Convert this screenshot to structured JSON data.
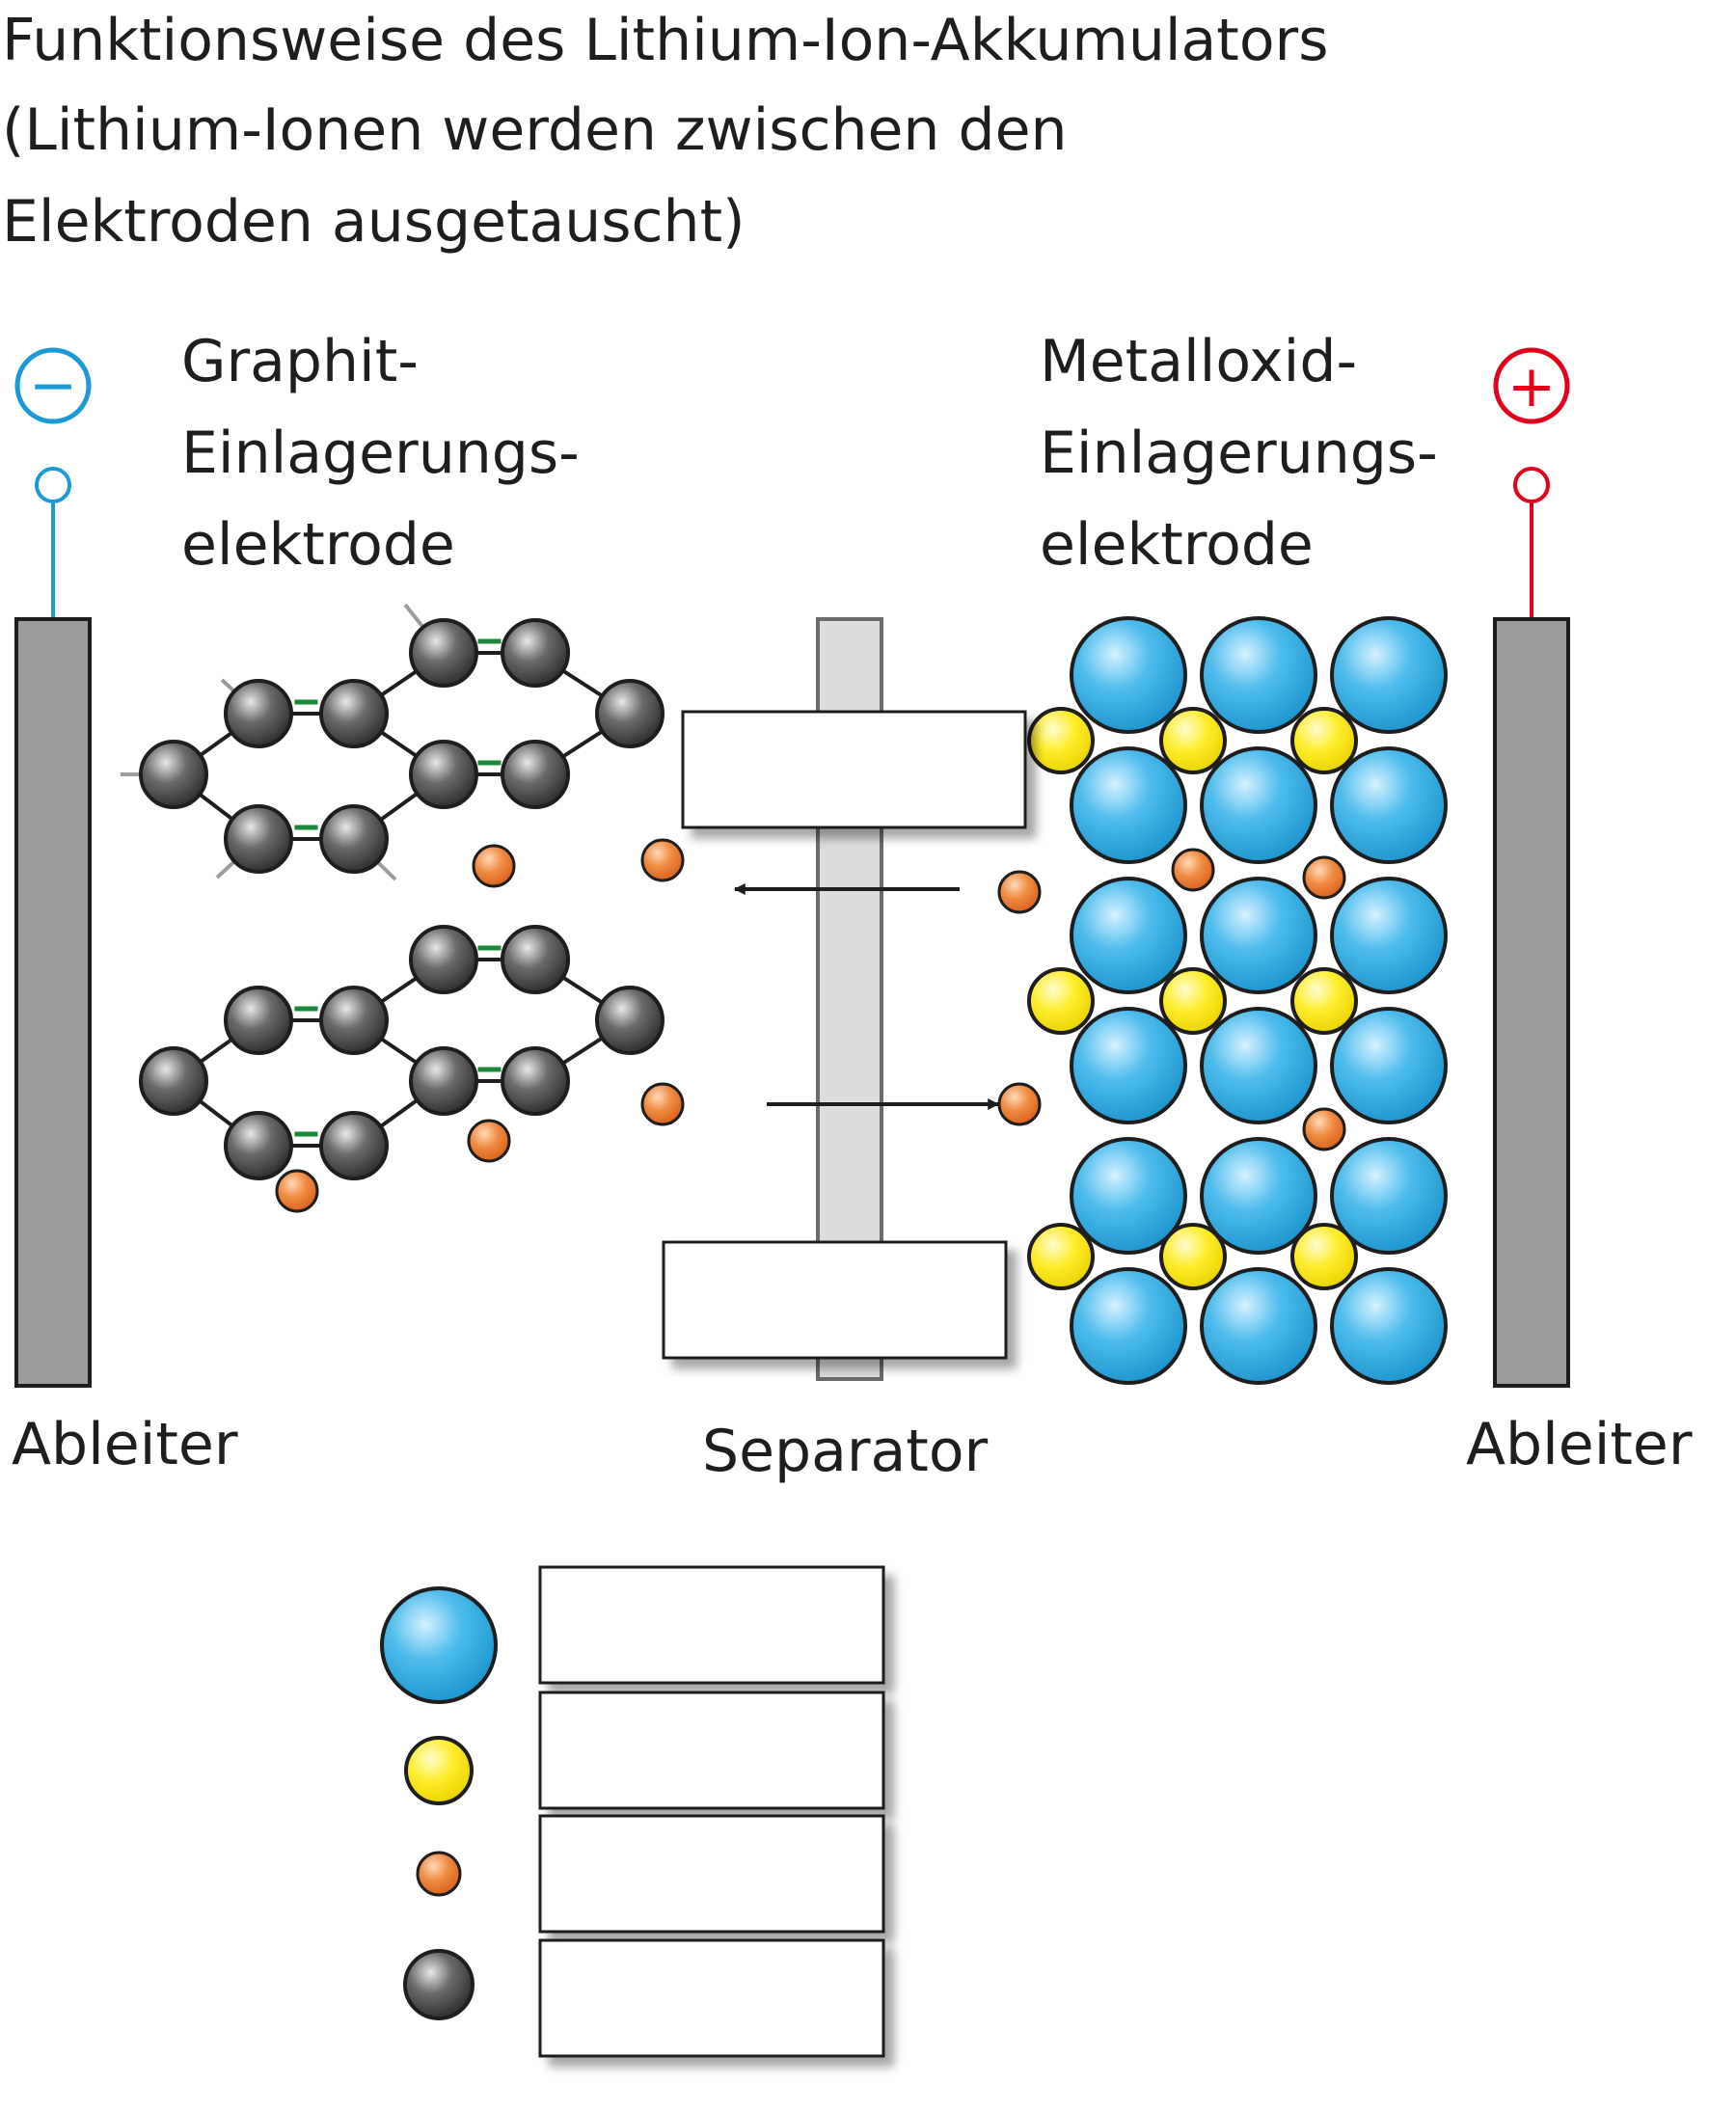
{
  "title": {
    "line1": "Funktionsweise des Lithium-Ion-Akkumulators",
    "line2": "(Lithium-Ionen werden zwischen den",
    "line3": "Elektroden ausgetauscht)"
  },
  "terminals": {
    "negative": {
      "symbol": "−",
      "color": "#1a9ad6"
    },
    "positive": {
      "symbol": "+",
      "color": "#e2001a"
    }
  },
  "labels": {
    "anode": [
      "Graphit-",
      "Einlagerungs-",
      "elektrode"
    ],
    "cathode": [
      "Metalloxid-",
      "Einlagerungs-",
      "elektrode"
    ],
    "collector_left": "Ableiter",
    "collector_right": "Ableiter",
    "separator": "Separator"
  },
  "blank_boxes": {
    "upper": "",
    "lower": "",
    "legend": [
      "",
      "",
      "",
      ""
    ]
  },
  "legend_icons": [
    "oxygen-sphere-icon",
    "metal-sphere-icon",
    "lithium-ion-icon",
    "carbon-atom-icon"
  ],
  "colors": {
    "large_sphere": "#29a9e1",
    "small_sphere": "#ffe600",
    "lithium_ion": "#ef7d32",
    "carbon_atom": "#4a4a4a",
    "double_bond": "#1a8a3a",
    "collector": "#9c9c9c",
    "separator": "#dcdcdc"
  }
}
